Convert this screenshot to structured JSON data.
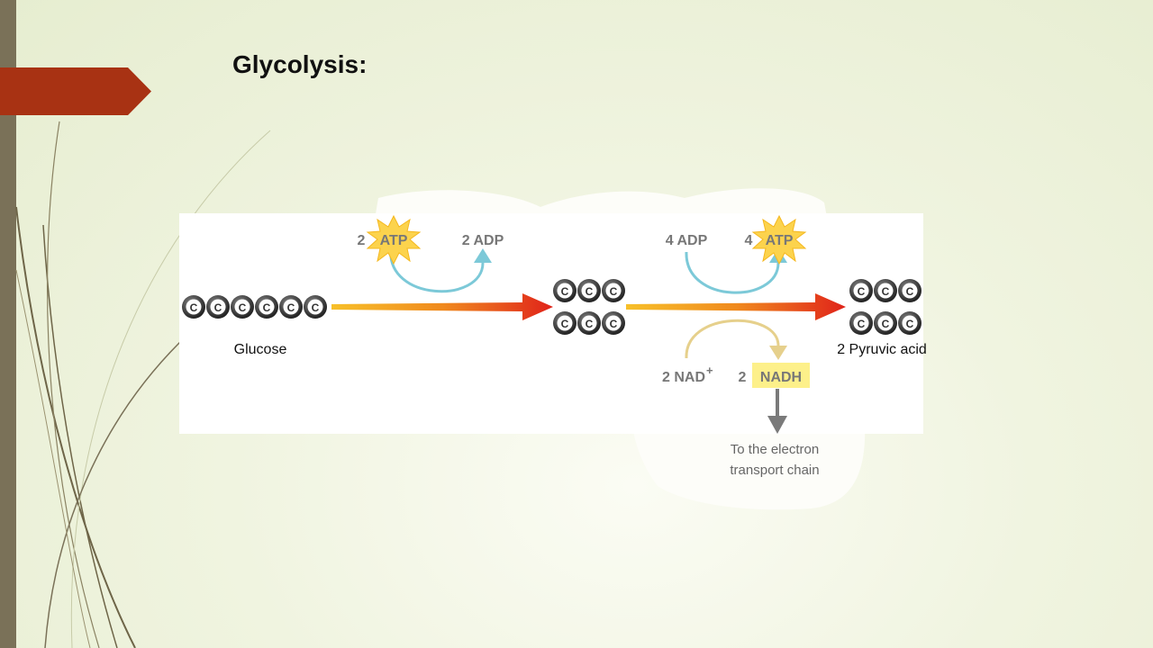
{
  "slide": {
    "title": "Glycolysis:"
  },
  "diagram": {
    "atom_symbol": "C",
    "glucose_label": "Glucose",
    "pyruvic_label": "2 Pyruvic acid",
    "step1": {
      "atp_count": "2",
      "atp": "ATP",
      "adp": "2 ADP"
    },
    "step2": {
      "adp": "4 ADP",
      "atp_count": "4",
      "atp": "ATP",
      "nad": "2 NAD",
      "nad_sup": "+",
      "nadh_count": "2",
      "nadh": "NADH"
    },
    "etc_line1": "To the electron",
    "etc_line2": "transport chain"
  },
  "colors": {
    "left_bar": "#7a7158",
    "flag": "#a83213",
    "atp_star": "#fcd34d",
    "nadh_box": "#fdf08a",
    "cyan_arrow": "#7cc9d8",
    "tan_arrow": "#e6d08c",
    "gray_arrow": "#7a7a7a"
  }
}
